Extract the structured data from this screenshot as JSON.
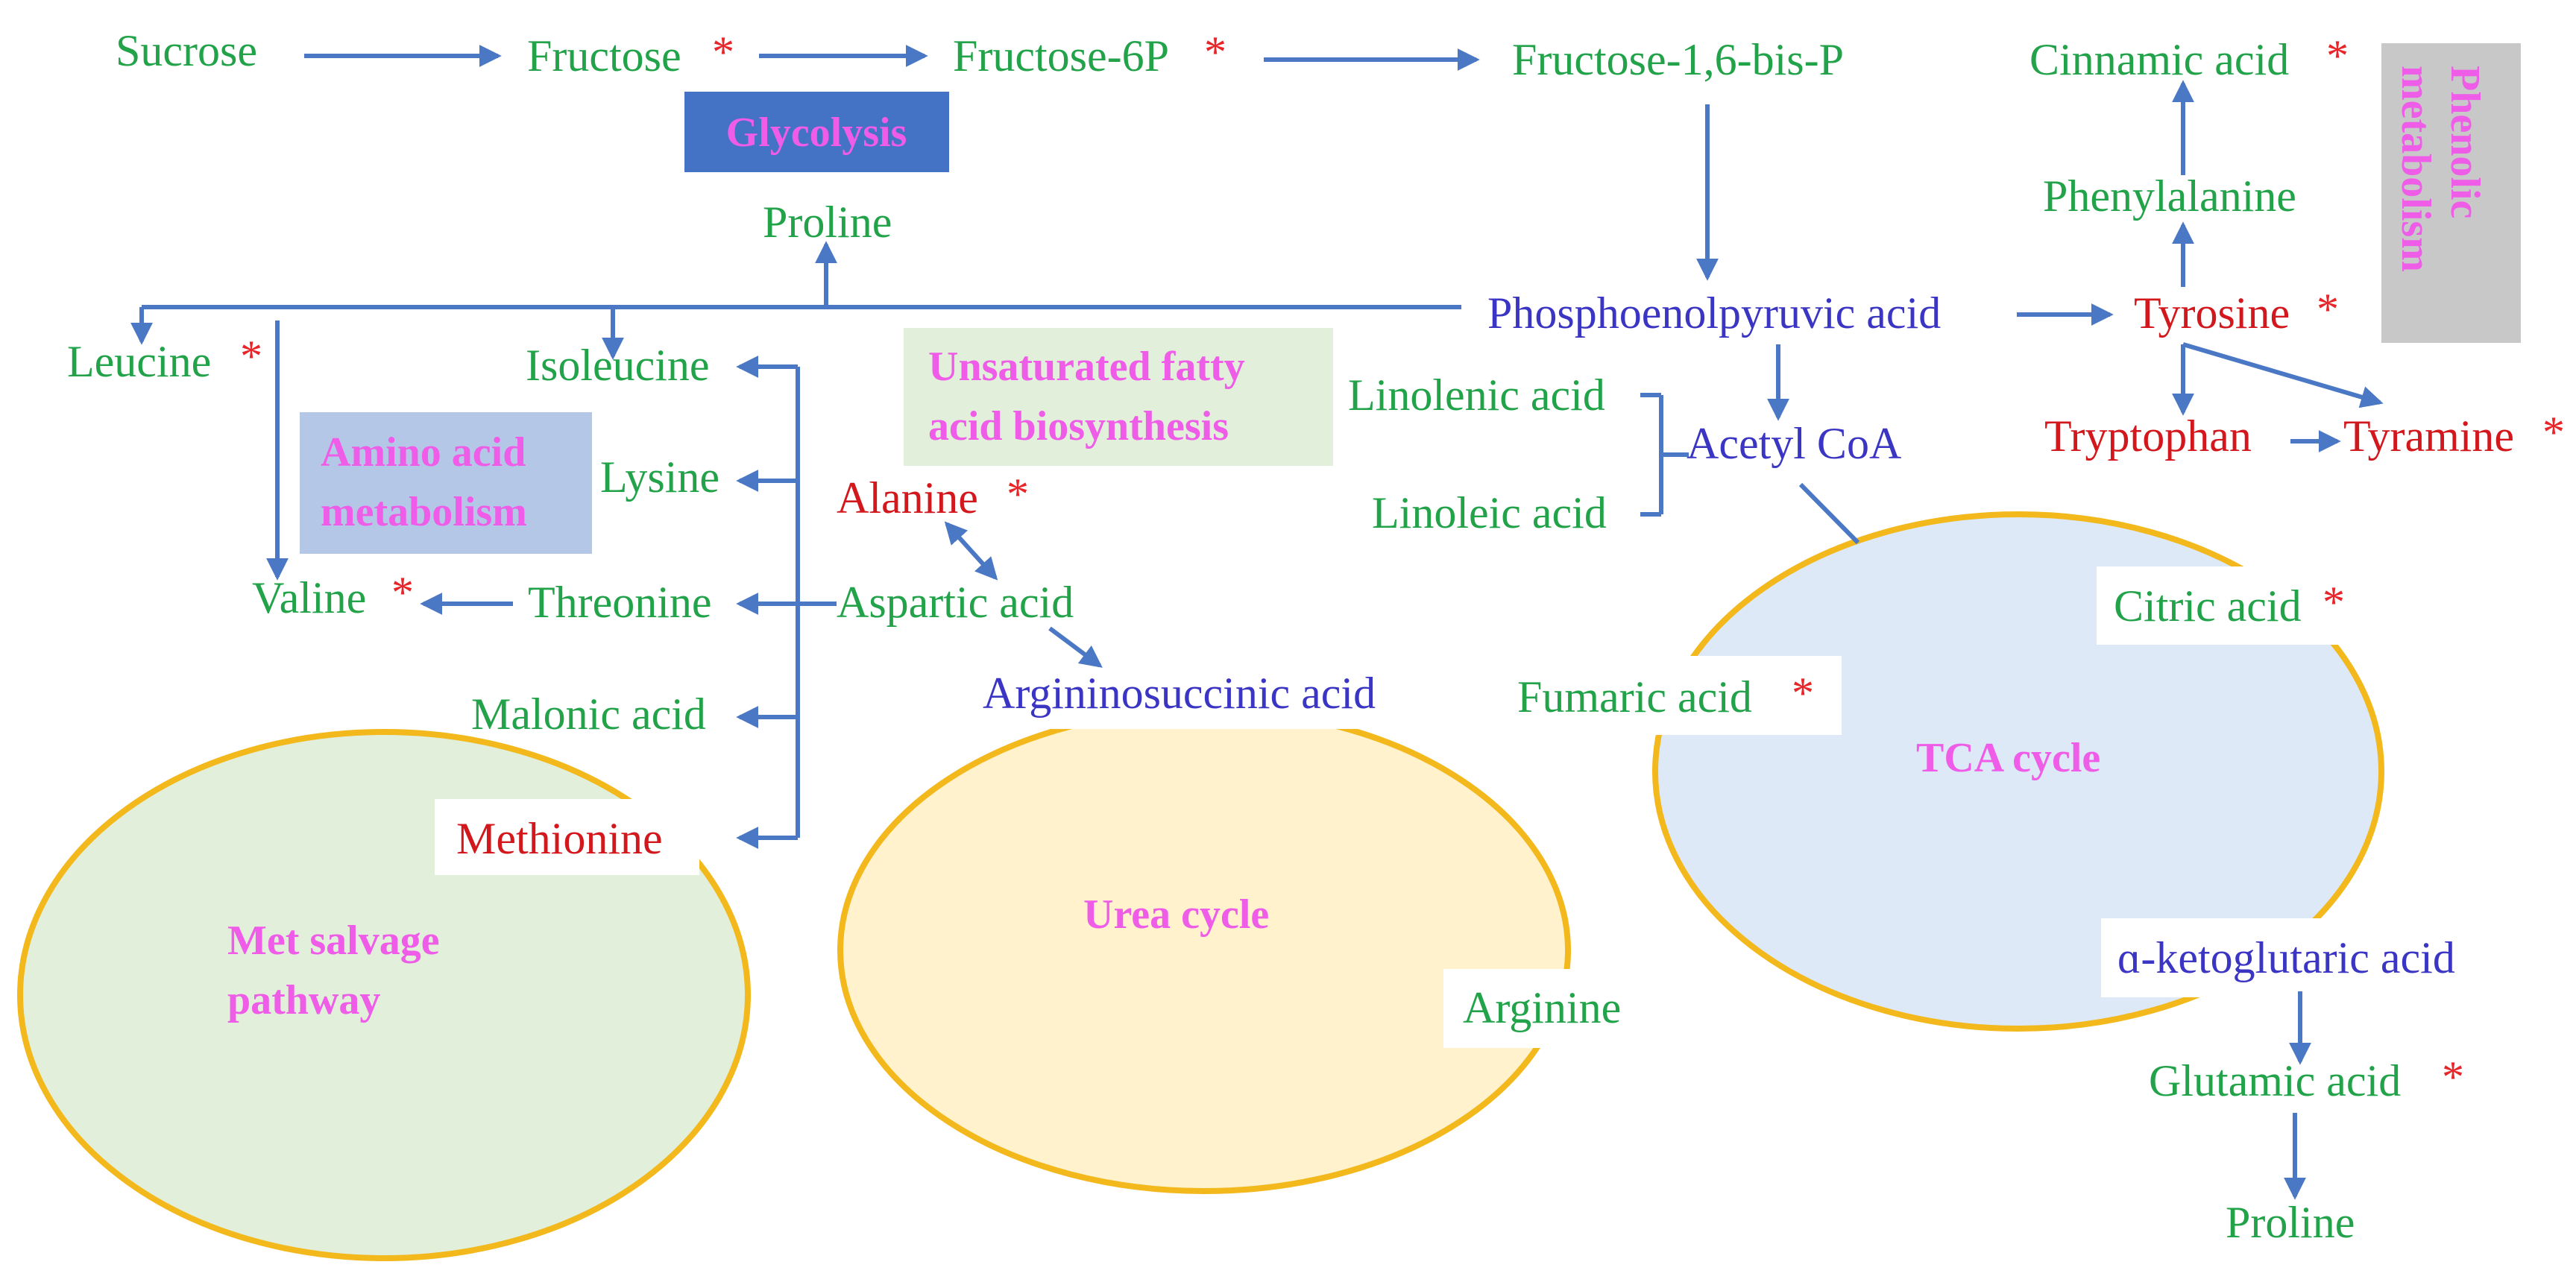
{
  "star": "*",
  "compounds": {
    "sucrose": "Sucrose",
    "fructose": "Fructose",
    "fructose_6p": "Fructose-6P",
    "fructose_16bp": "Fructose-1,6-bis-P",
    "cinnamic_acid": "Cinnamic acid",
    "phenylalanine": "Phenylalanine",
    "proline_top": "Proline",
    "pep": "Phosphoenolpyruvic acid",
    "tyrosine": "Tyrosine",
    "leucine": "Leucine",
    "isoleucine": "Isoleucine",
    "linolenic_acid": "Linolenic acid",
    "acetyl_coa": "Acetyl CoA",
    "tryptophan": "Tryptophan",
    "tyramine": "Tyramine",
    "lysine": "Lysine",
    "alanine": "Alanine",
    "linoleic_acid": "Linoleic acid",
    "valine": "Valine",
    "threonine": "Threonine",
    "aspartic_acid": "Aspartic acid",
    "citric_acid": "Citric acid",
    "malonic_acid": "Malonic acid",
    "argininosuccinic_acid": "Argininosuccinic acid",
    "fumaric_acid": "Fumaric acid",
    "methionine": "Methionine",
    "arginine": "Arginine",
    "a_ketoglutaric_acid": "ɑ-ketoglutaric acid",
    "glutamic_acid": "Glutamic acid",
    "proline_bottom": "Proline"
  },
  "pathways": {
    "glycolysis": "Glycolysis",
    "phenolic_line1": "Phenolic",
    "phenolic_line2": "metabolism",
    "ufa_line1": "Unsaturated fatty",
    "ufa_line2": "acid biosynthesis",
    "amino_line1": "Amino acid",
    "amino_line2": "metabolism",
    "tca": "TCA cycle",
    "urea": "Urea cycle",
    "met_line1": "Met salvage",
    "met_line2": "pathway"
  },
  "colors": {
    "compound_green": "#22a34a",
    "compound_red": "#d3181d",
    "compound_blue": "#3b35c4",
    "pathway_label_pink": "#ee5ce8",
    "arrow_blue": "#4a78c4",
    "cycle_border": "#f2b81c",
    "glycolysis_box": "#4472c4",
    "phenolic_box": "#c8c8c8",
    "amino_box": "#b4c7e7",
    "ufa_box": "#e2efda",
    "met_cycle_fill": "#e2efda",
    "urea_cycle_fill": "#fff2cc",
    "tca_cycle_fill": "#dde9f6"
  }
}
